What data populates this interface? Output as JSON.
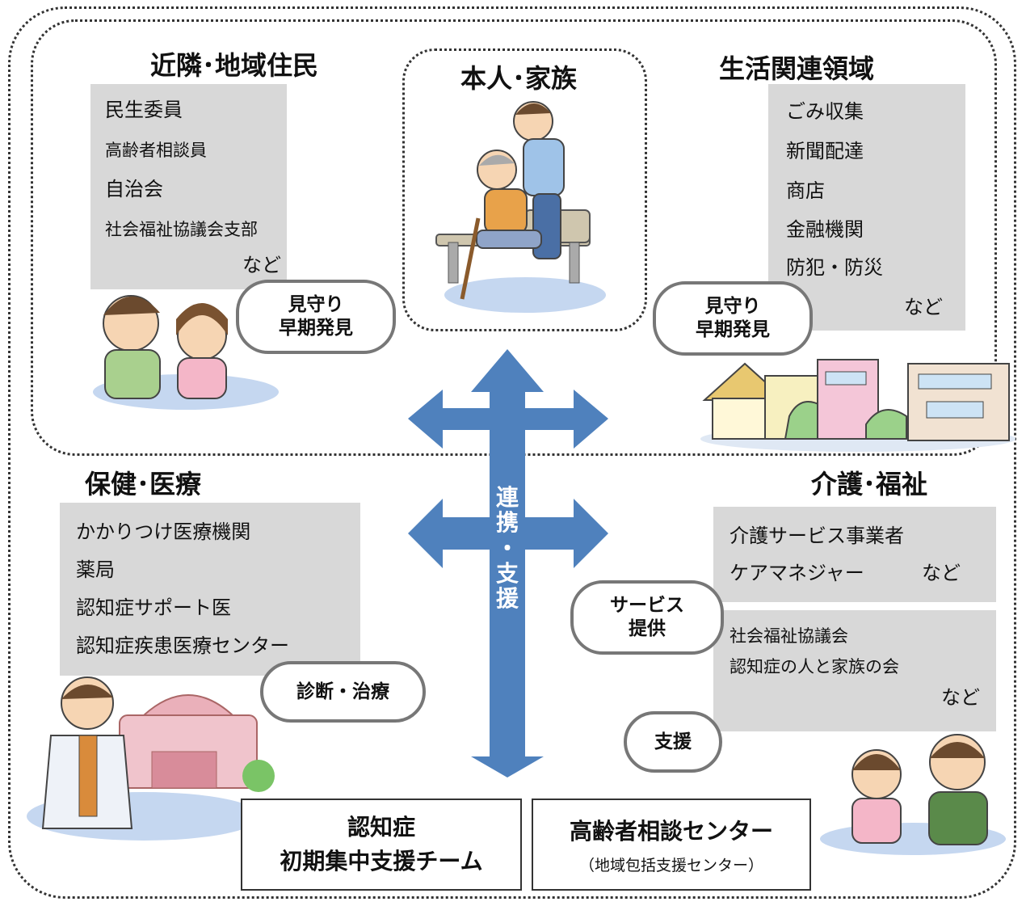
{
  "regions": {
    "neighborhood": {
      "title": "近隣･地域住民",
      "items": [
        "民生委員",
        "高齢者相談員",
        "自治会",
        "社会福祉協議会支部"
      ],
      "etc": "など",
      "role": [
        "見守り",
        "早期発見"
      ]
    },
    "family": {
      "title": "本人･家族"
    },
    "living": {
      "title": "生活関連領域",
      "items": [
        "ごみ収集",
        "新聞配達",
        "商店",
        "金融機関",
        "防犯・防災"
      ],
      "etc": "など",
      "role": [
        "見守り",
        "早期発見"
      ]
    },
    "health": {
      "title": "保健･医療",
      "items": [
        "かかりつけ医療機関",
        "薬局",
        "認知症サポート医",
        "認知症疾患医療センター"
      ],
      "role": "診断・治療"
    },
    "care": {
      "title": "介護･福祉",
      "items_a": [
        "介護サービス事業者",
        "ケアマネジャー"
      ],
      "etc_a": "など",
      "items_b": [
        "社会福祉協議会",
        "認知症の人と家族の会"
      ],
      "etc_b": "など",
      "role_service": [
        "サービス",
        "提供"
      ],
      "role_support": "支援"
    }
  },
  "arrow_label": [
    "連",
    "携",
    "・",
    "支",
    "援"
  ],
  "bottom": {
    "team": [
      "認知症",
      "初期集中支援チーム"
    ],
    "center_title": "高齢者相談センター",
    "center_sub": "（地域包括支援センター）"
  },
  "colors": {
    "arrow": "#4f81bd",
    "box": "#d8d8d8",
    "pill_border": "#777777",
    "frame": "#333333"
  }
}
